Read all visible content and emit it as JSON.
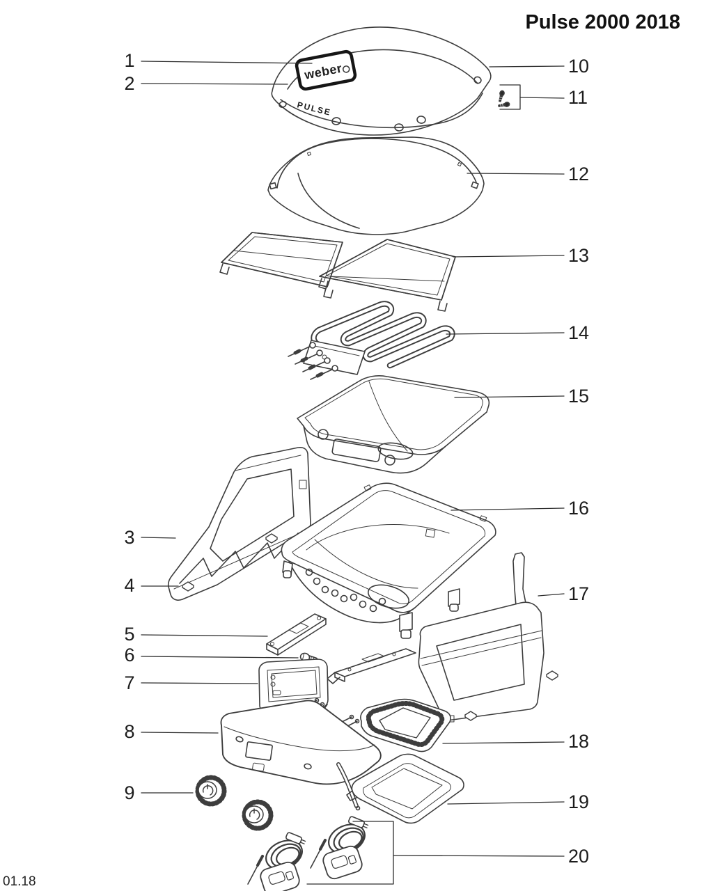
{
  "title": "Pulse 2000 2018",
  "footer_code": "01.18",
  "colors": {
    "ink": "#3d3d3d",
    "label": "#1c1c1c"
  },
  "lid": {
    "logo_text": "weber",
    "model_text": "PULSE"
  },
  "parts": [
    {
      "number": "1",
      "name": "lid-logo-badge"
    },
    {
      "number": "2",
      "name": "lid-shell"
    },
    {
      "number": "3",
      "name": "side-frame-left"
    },
    {
      "number": "4",
      "name": "end-cap"
    },
    {
      "number": "5",
      "name": "mounting-bracket"
    },
    {
      "number": "6",
      "name": "thumbscrew"
    },
    {
      "number": "7",
      "name": "control-bezel"
    },
    {
      "number": "8",
      "name": "control-console"
    },
    {
      "number": "9",
      "name": "control-knobs"
    },
    {
      "number": "10",
      "name": "lid-assembly"
    },
    {
      "number": "11",
      "name": "lid-screws"
    },
    {
      "number": "12",
      "name": "lid-liner"
    },
    {
      "number": "13",
      "name": "cooking-grates"
    },
    {
      "number": "14",
      "name": "heating-element"
    },
    {
      "number": "15",
      "name": "reflector-pan"
    },
    {
      "number": "16",
      "name": "cookbox"
    },
    {
      "number": "17",
      "name": "side-frame-right"
    },
    {
      "number": "18",
      "name": "drip-pan"
    },
    {
      "number": "19",
      "name": "drip-tray"
    },
    {
      "number": "20",
      "name": "temperature-probe-kit"
    }
  ]
}
